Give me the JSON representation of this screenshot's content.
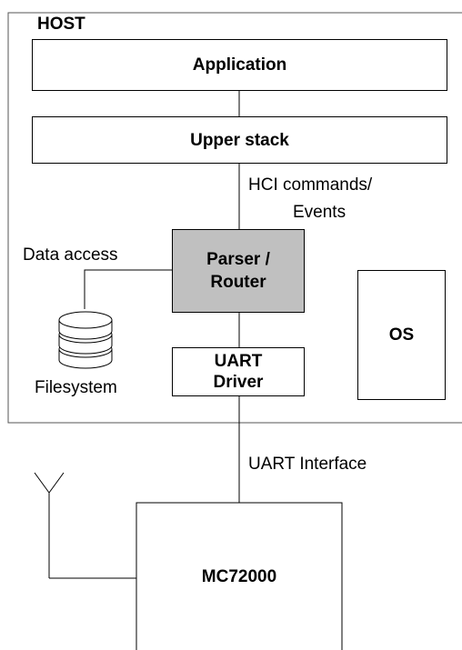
{
  "host": {
    "title": "HOST"
  },
  "blocks": {
    "application": "Application",
    "upper_stack": "Upper stack",
    "parser_router": [
      "Parser /",
      "Router"
    ],
    "uart_driver": [
      "UART",
      "Driver"
    ],
    "os": "OS",
    "chip": "MC72000"
  },
  "labels": {
    "hci_commands": "HCI commands/",
    "hci_events": "Events",
    "data_access": "Data access",
    "filesystem": "Filesystem",
    "uart_interface": "UART Interface"
  },
  "colors": {
    "parser_fill": "#c0c0c0",
    "line": "#000000",
    "host_border": "#555555"
  },
  "icons": {
    "filesystem": "database-icon",
    "antenna": "antenna-icon"
  }
}
